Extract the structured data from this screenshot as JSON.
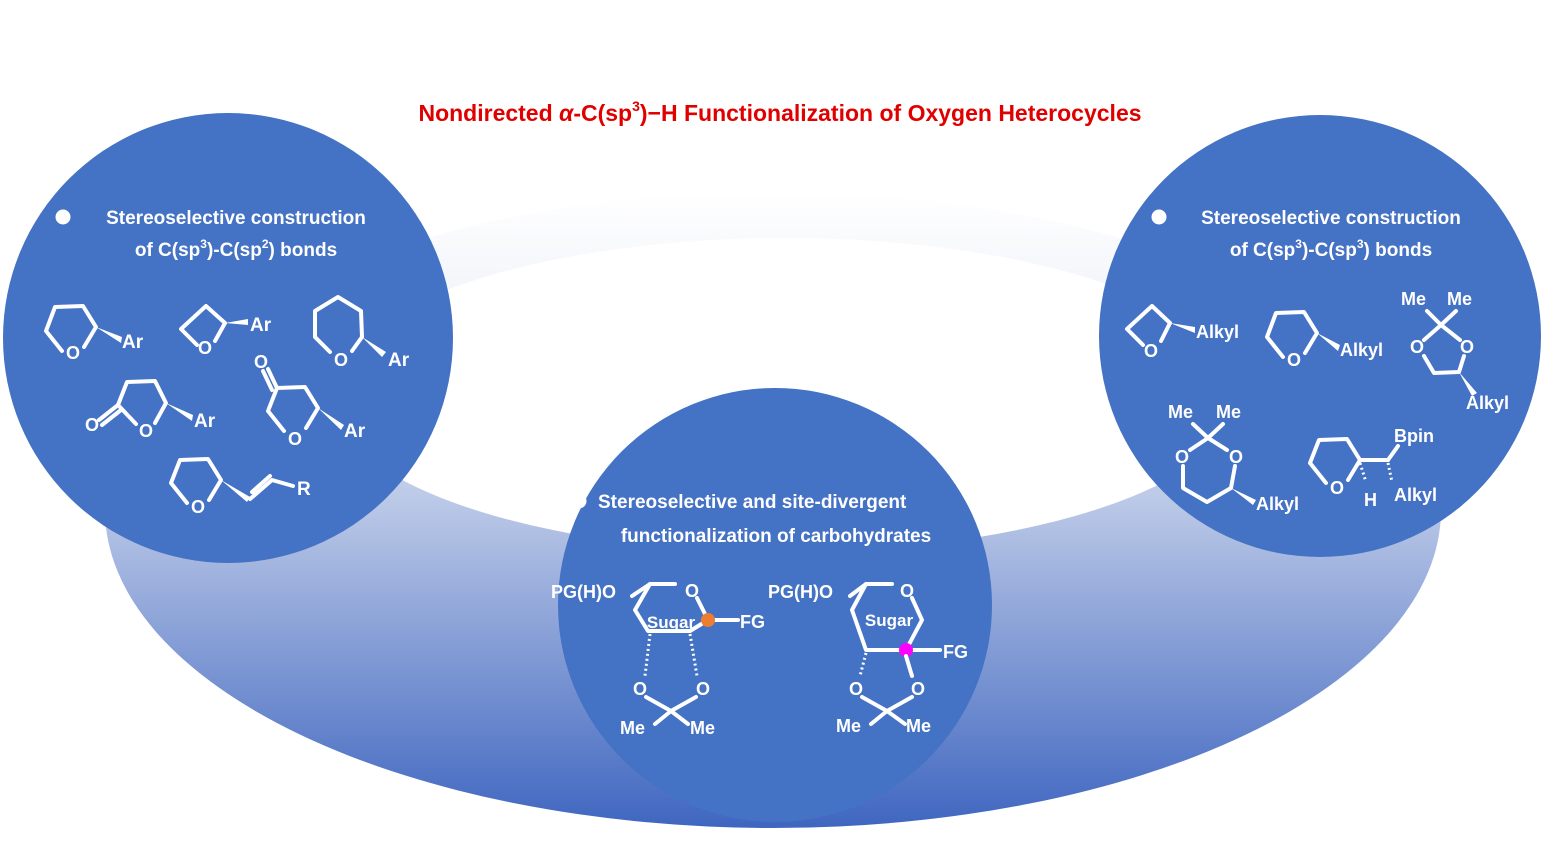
{
  "title": {
    "prefix": "Nondirected ",
    "alpha": "α",
    "mid": "-C(sp",
    "sup": "3",
    "suffix": ")−H Functionalization of Oxygen Heterocycles",
    "color": "#e00000"
  },
  "colors": {
    "circle_fill": "#4472c4",
    "ring_dark": "#4a6fc4",
    "ring_light": "#e8edf7",
    "text": "#ffffff"
  },
  "left_panel": {
    "heading_line1": "Stereoselective construction",
    "heading_line2_a": "of C(sp",
    "heading_line2_sup1": "3",
    "heading_line2_b": ")-C(sp",
    "heading_line2_sup2": "2",
    "heading_line2_c": ") bonds",
    "labels": {
      "ar": "Ar",
      "o": "O",
      "r": "R"
    }
  },
  "right_panel": {
    "heading_line1": "Stereoselective construction",
    "heading_line2_a": "of C(sp",
    "heading_line2_sup1": "3",
    "heading_line2_b": ")-C(sp",
    "heading_line2_sup2": "3",
    "heading_line2_c": ") bonds",
    "labels": {
      "alkyl": "Alkyl",
      "o": "O",
      "me": "Me",
      "bpin": "Bpin",
      "h": "H"
    }
  },
  "center_panel": {
    "heading_line1": "Stereoselective and site-divergent",
    "heading_line2": "functionalization of carbohydrates",
    "labels": {
      "pgho": "PG(H)O",
      "o": "O",
      "sugar": "Sugar",
      "fg": "FG",
      "me": "Me"
    },
    "markers": {
      "site1_color": "#ed7d31",
      "site2_color": "#ff00ff"
    }
  }
}
